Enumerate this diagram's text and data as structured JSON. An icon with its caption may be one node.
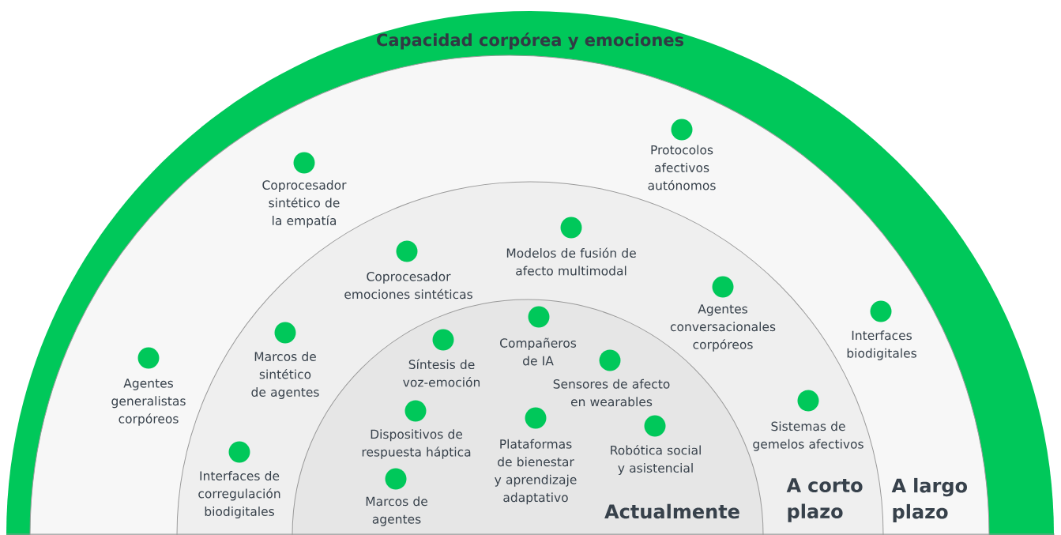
{
  "diagram": {
    "title": "Capacidad corpórea y emociones",
    "nodes": [
      {
        "text": [
          "A largo plazo"
        ]
      },
      {
        "text": [
          "A corto plazo"
        ],
        "in": 0
      },
      {
        "text": [
          "Actualmente"
        ],
        "in": 1
      },
      {
        "text": [],
        "shape": "circle",
        "beside": [
          "Protocolos afectivos autónomos"
        ],
        "in": 0
      },
      {
        "text": [],
        "shape": "circle",
        "beside": [
          "Coprocesador sintético de la empatía"
        ],
        "in": 0
      },
      {
        "text": [],
        "shape": "circle",
        "beside": [
          "Modelos de fusión de afecto multimodal"
        ],
        "in": 1
      },
      {
        "text": [],
        "shape": "circle",
        "beside": [
          "Coprocesador emociones sintéticas"
        ],
        "in": 1
      },
      {
        "text": [],
        "shape": "circle",
        "beside": [
          "Agentes conversacionales corpóreos"
        ],
        "in": 1
      },
      {
        "text": [],
        "shape": "circle",
        "beside": [
          "Interfaces biodigitales"
        ],
        "in": 0
      },
      {
        "text": [],
        "shape": "circle",
        "beside": [
          "Compañeros de IA"
        ],
        "in": 2
      },
      {
        "text": [],
        "shape": "circle",
        "beside": [
          "Marcos de sintético de agentes"
        ],
        "in": 1
      },
      {
        "text": [],
        "shape": "circle",
        "beside": [
          "Síntesis de voz-emoción"
        ],
        "in": 2
      },
      {
        "text": [],
        "shape": "circle",
        "beside": [
          "Agentes generalistas corpóreos"
        ],
        "in": 0
      },
      {
        "text": [],
        "shape": "circle",
        "beside": [
          "Sensores de afecto en wearables"
        ],
        "in": 2
      },
      {
        "text": [],
        "shape": "circle",
        "beside": [
          "Sistemas de gemelos afectivos"
        ],
        "in": 1
      },
      {
        "text": [],
        "shape": "circle",
        "beside": [
          "Dispositivos de respuesta háptica"
        ],
        "in": 2
      },
      {
        "text": [],
        "shape": "circle",
        "beside": [
          "Plataformas de bienestar y aprendizaje adaptativo"
        ],
        "in": 2
      },
      {
        "text": [],
        "shape": "circle",
        "beside": [
          "Robótica social y asistencial"
        ],
        "in": 2
      },
      {
        "text": [],
        "shape": "circle",
        "beside": [
          "Interfaces de corregulación biodigitales"
        ],
        "in": 1
      },
      {
        "text": [],
        "shape": "circle",
        "beside": [
          "Marcos de agentes"
        ],
        "in": 2
      }
    ]
  }
}
